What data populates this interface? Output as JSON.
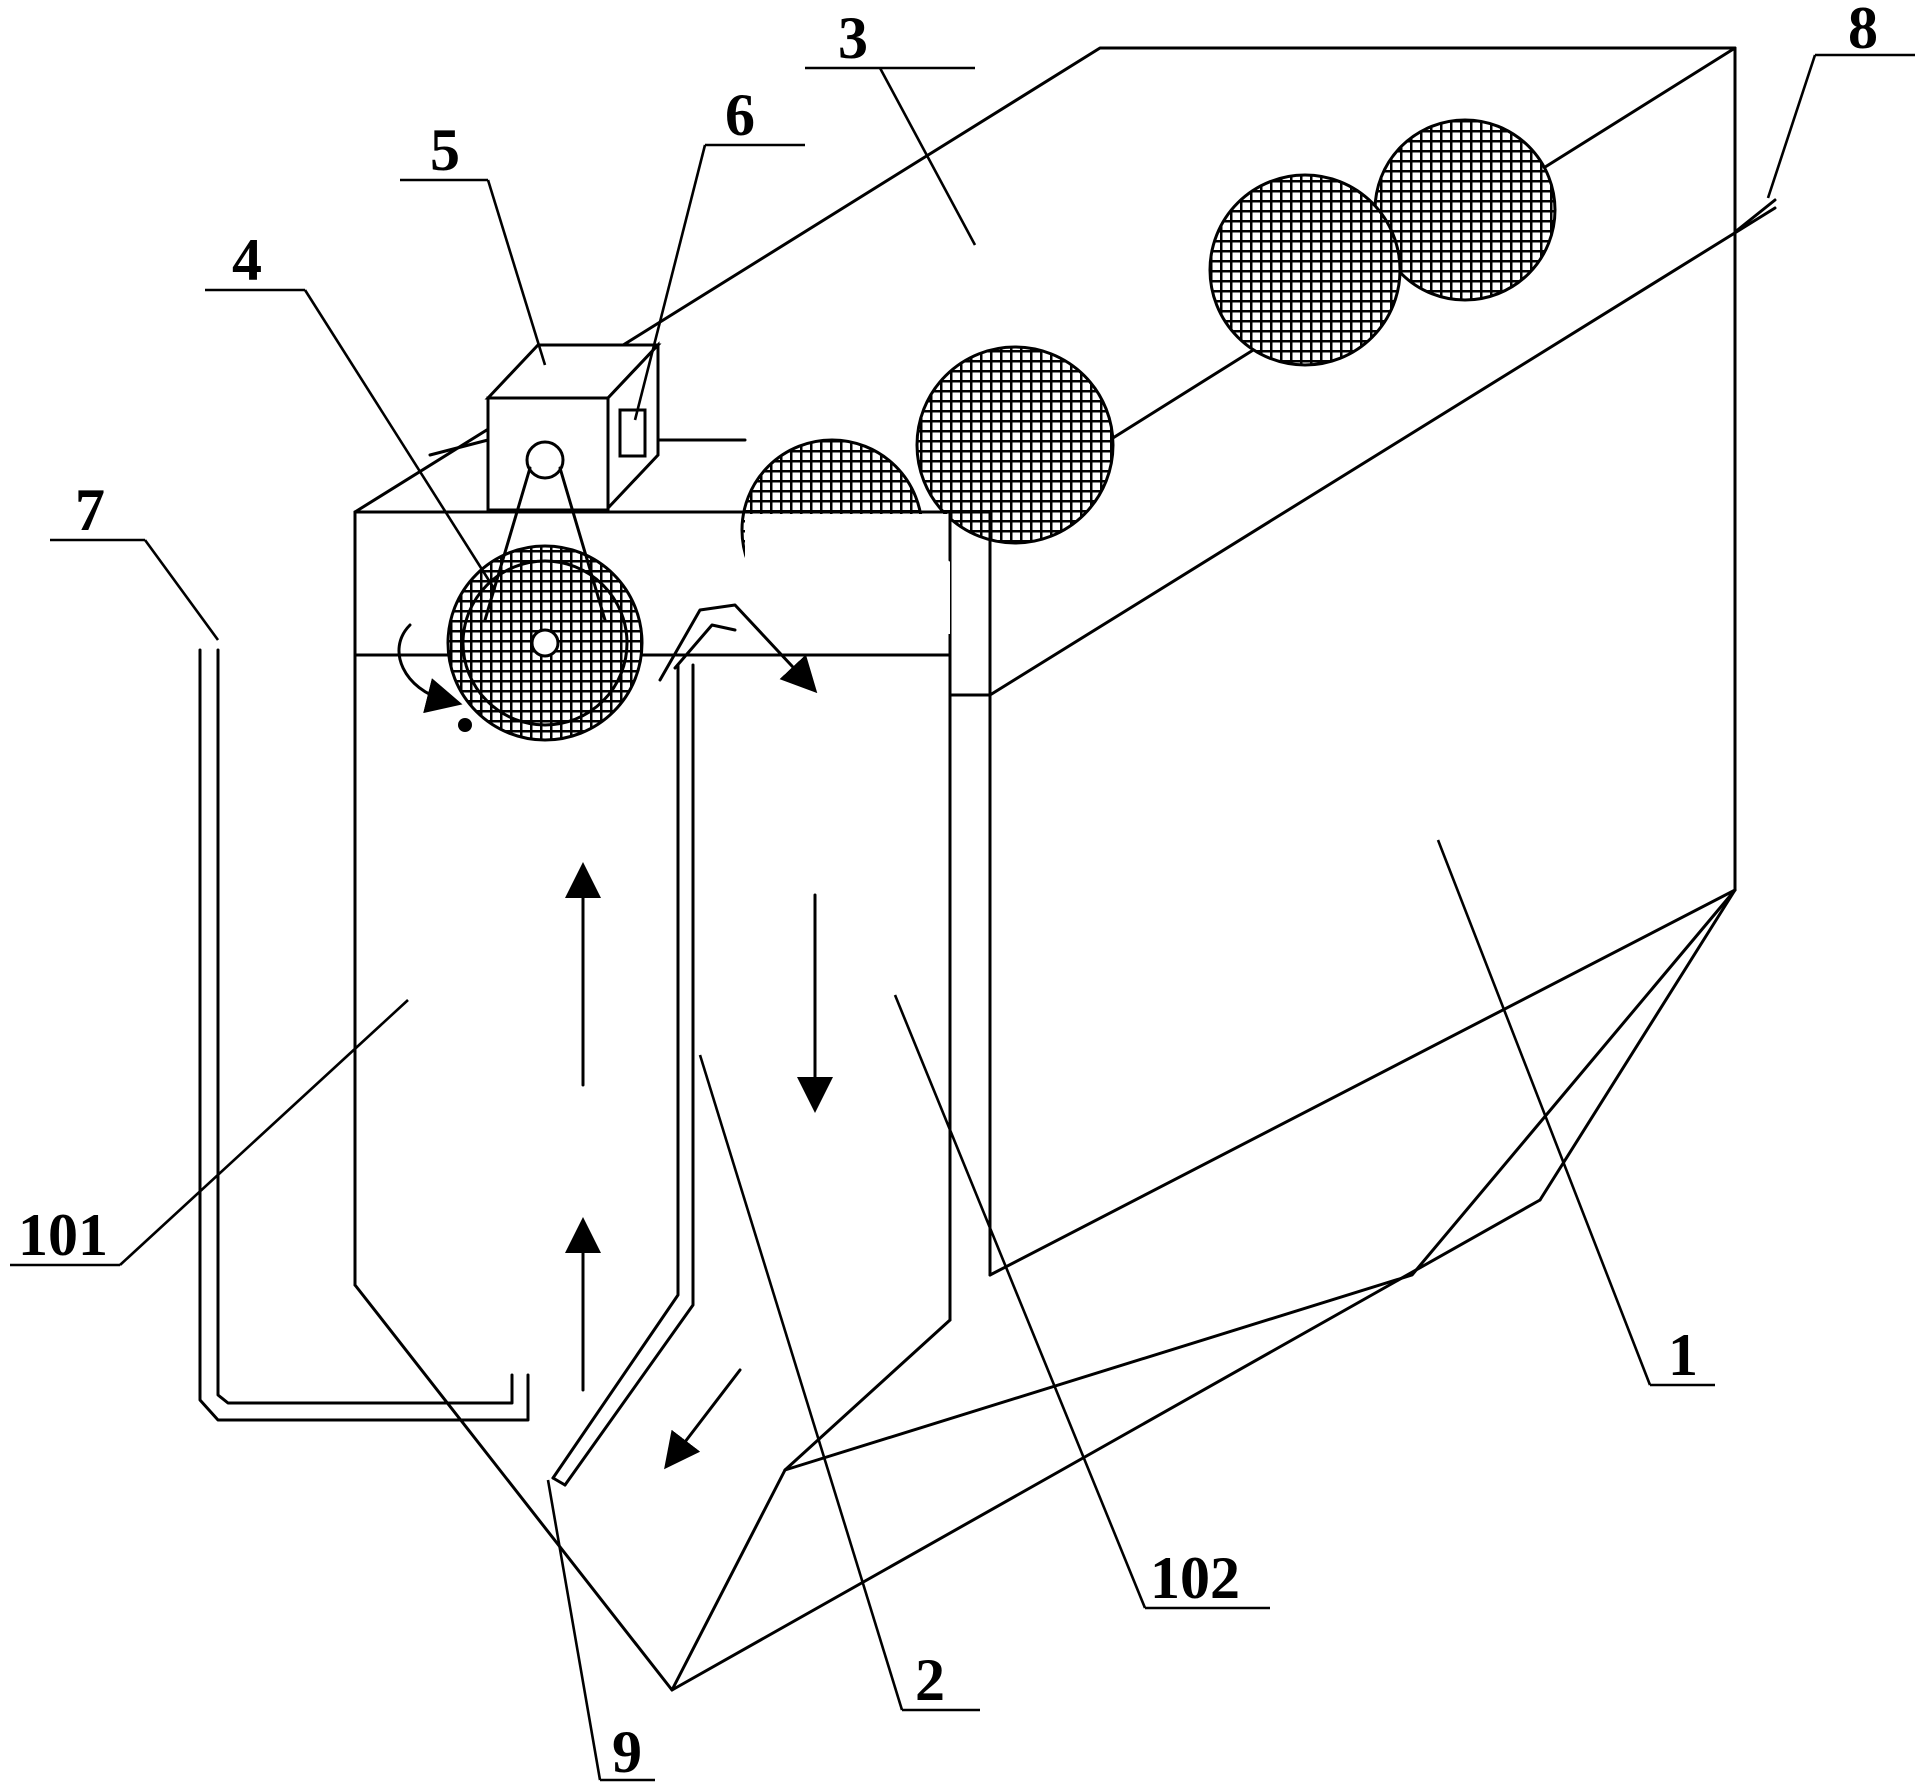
{
  "figure": {
    "labels": {
      "l1": "1",
      "l2": "2",
      "l3": "3",
      "l4": "4",
      "l5": "5",
      "l6": "6",
      "l7": "7",
      "l8": "8",
      "l9": "9",
      "l101": "101",
      "l102": "102"
    },
    "hatch_color": "#000000",
    "line_color": "#000000",
    "background": "#ffffff"
  }
}
